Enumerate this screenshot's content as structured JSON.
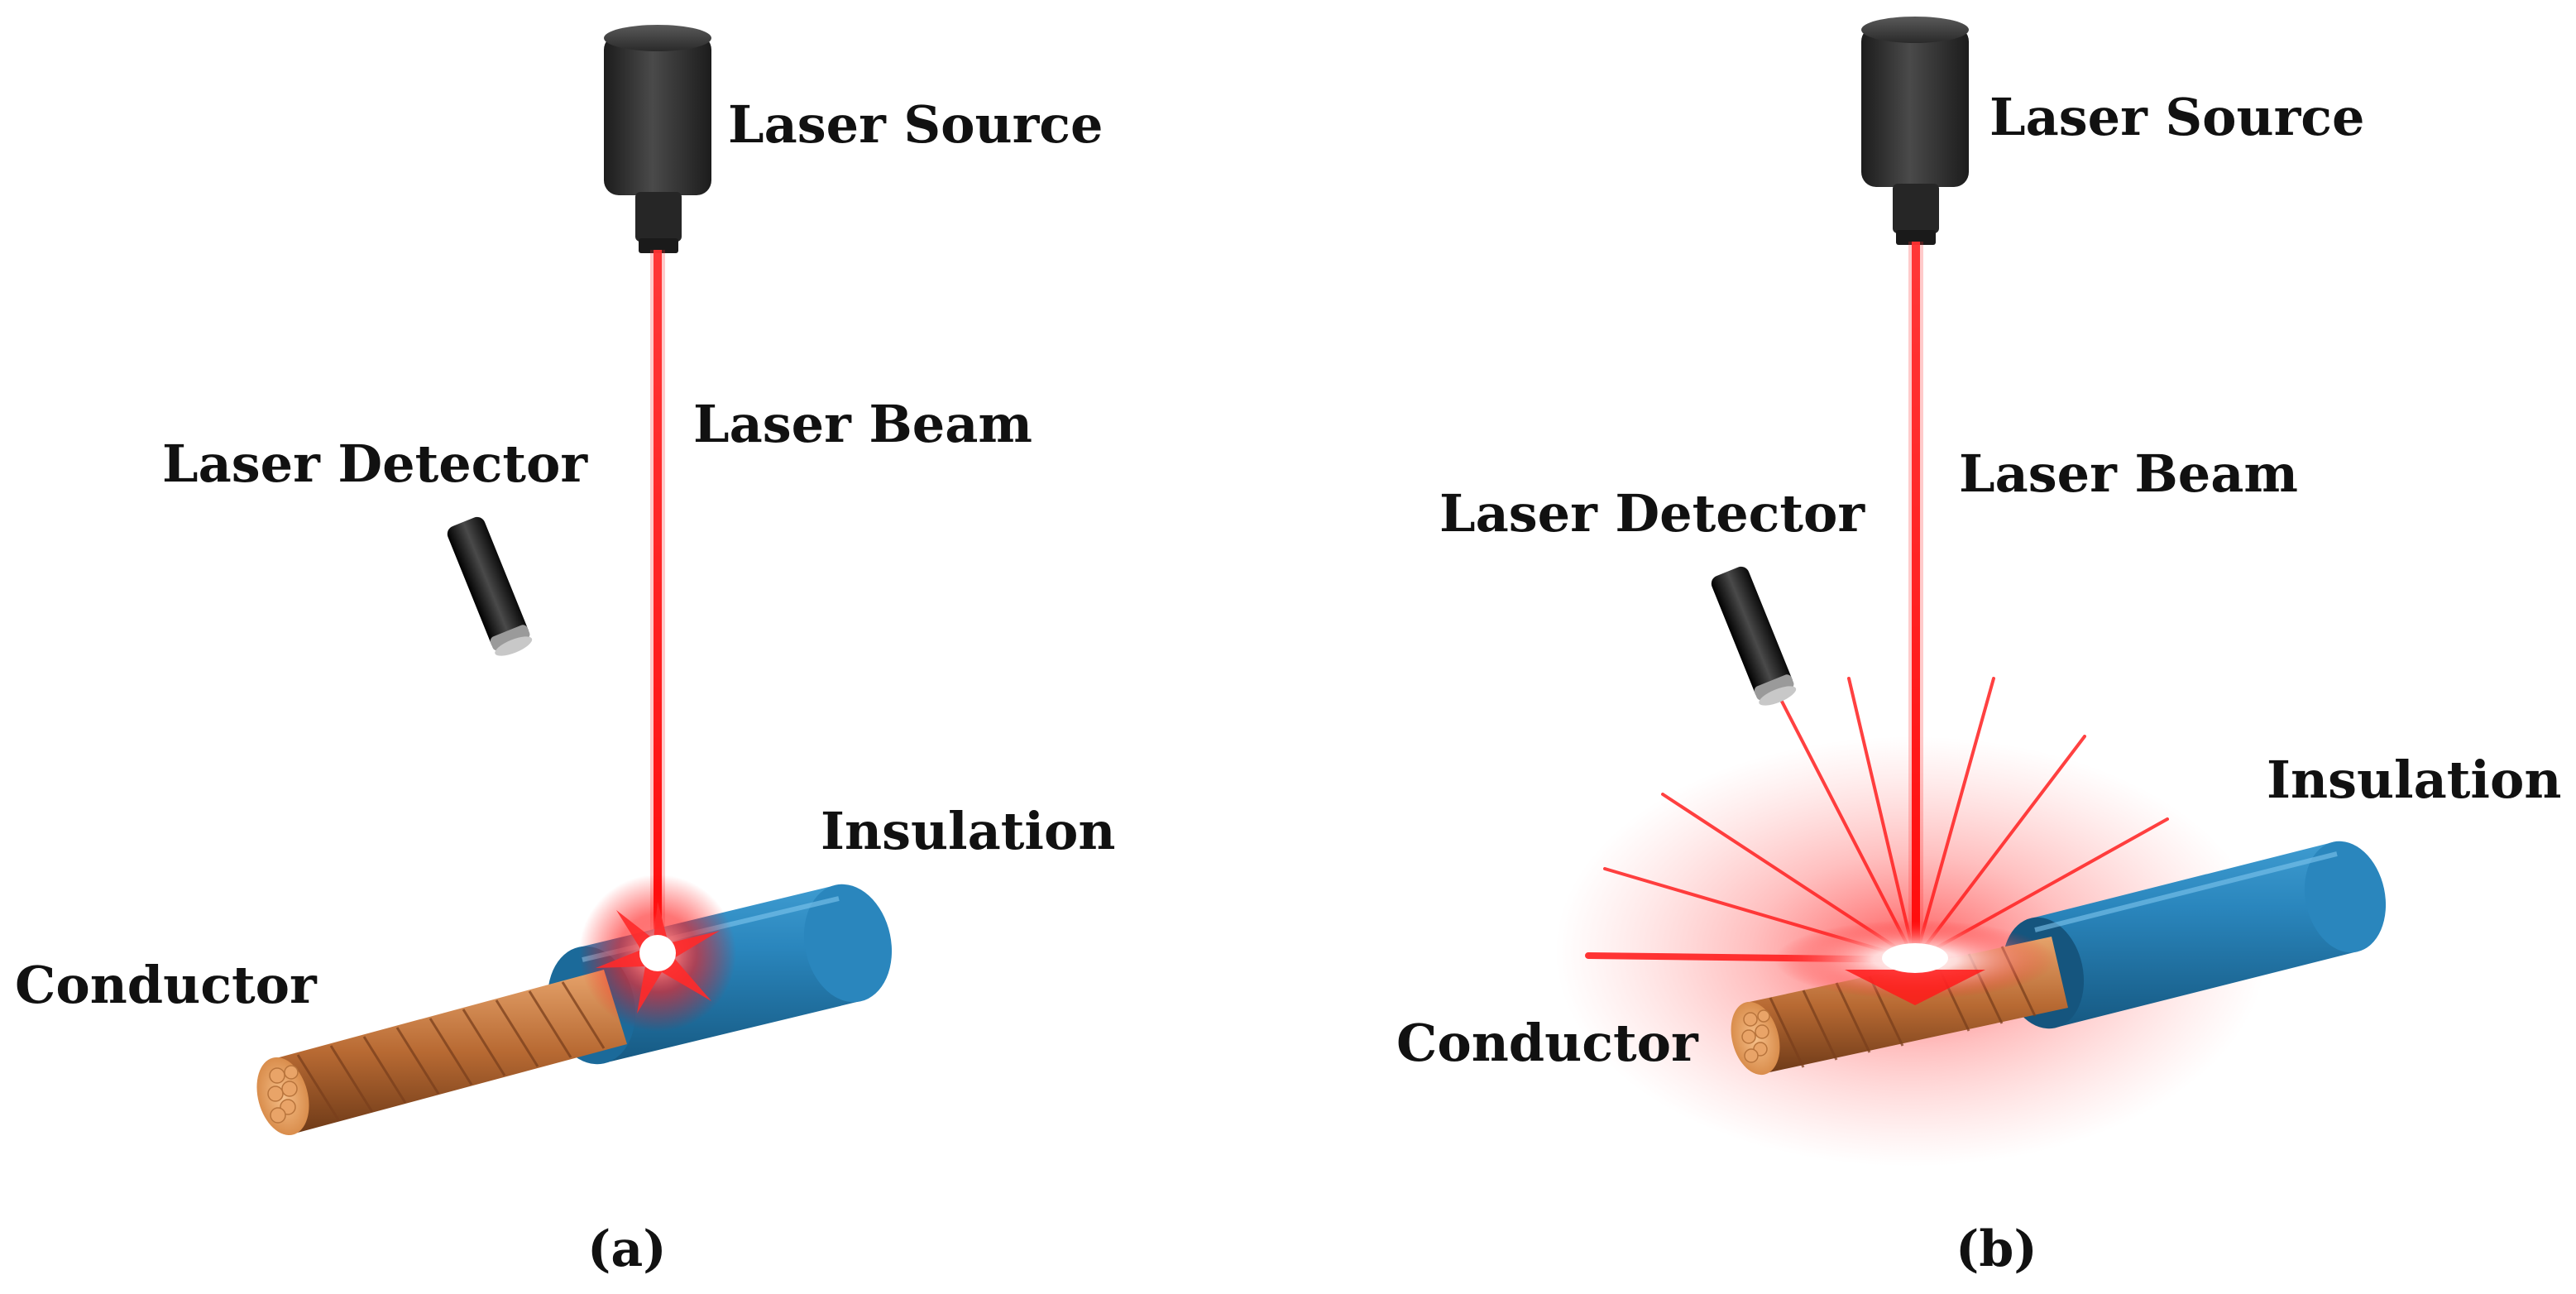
{
  "panels": [
    {
      "caption": "(a)",
      "labels": {
        "laser_source": "Laser Source",
        "laser_beam": "Laser Beam",
        "laser_detector": "Laser Detector",
        "insulation": "Insulation",
        "conductor": "Conductor"
      }
    },
    {
      "caption": "(b)",
      "labels": {
        "laser_source": "Laser Source",
        "laser_beam": "Laser Beam",
        "laser_detector": "Laser Detector",
        "insulation": "Insulation",
        "conductor": "Conductor"
      }
    }
  ],
  "colors": {
    "beam": "#ff1a1a",
    "glow": "#ff2a2a",
    "insulation": "#1e6fa3",
    "insulation_light": "#4aa6d8",
    "copper": "#c98048",
    "copper_dark": "#7a3f1c",
    "source_body": "#333333",
    "detector_body": "#1a1a1a"
  }
}
